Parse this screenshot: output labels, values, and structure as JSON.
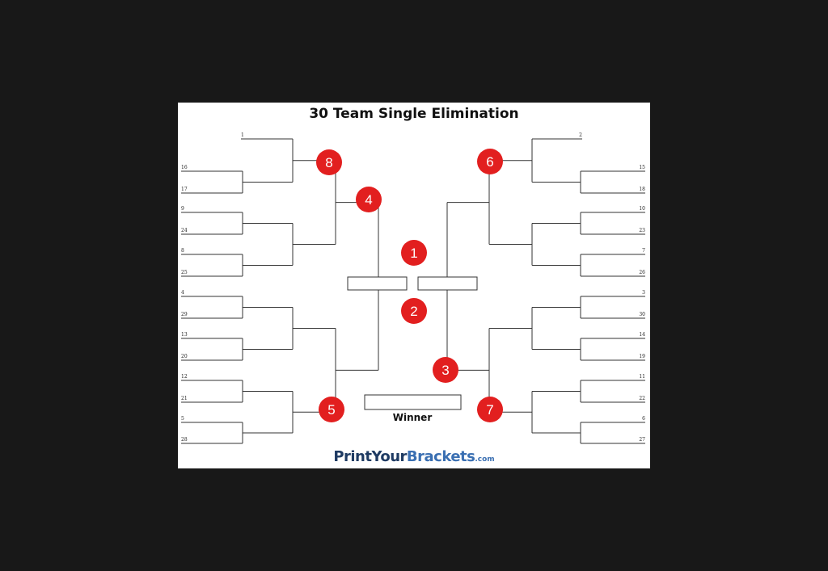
{
  "title": "30 Team Single Elimination",
  "winner_label": "Winner",
  "logo": {
    "part1": "PrintYour",
    "part2": "Brackets",
    "part3": ".com"
  },
  "colors": {
    "badge": "#e21f1f",
    "badge_text": "#ffffff",
    "line": "#333333",
    "background": "#181818",
    "sheet": "#ffffff"
  },
  "left_seeds": [
    "1",
    "16",
    "17",
    "9",
    "24",
    "8",
    "25",
    "4",
    "29",
    "13",
    "20",
    "12",
    "21",
    "5",
    "28"
  ],
  "right_seeds": [
    "2",
    "15",
    "18",
    "10",
    "23",
    "7",
    "26",
    "3",
    "30",
    "14",
    "19",
    "11",
    "22",
    "6",
    "27"
  ],
  "game_badges": [
    "8",
    "4",
    "1",
    "2",
    "6",
    "3",
    "5",
    "7"
  ]
}
